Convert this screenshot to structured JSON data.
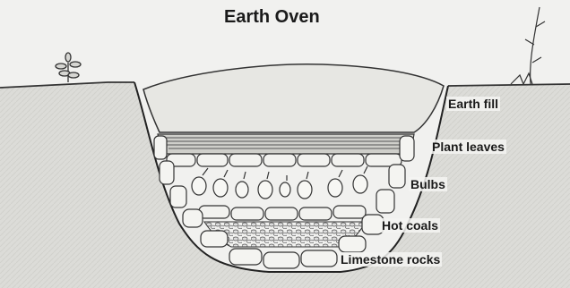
{
  "diagram": {
    "title": "Earth Oven",
    "labels": {
      "earth_fill": "Earth fill",
      "plant_leaves": "Plant leaves",
      "bulbs": "Bulbs",
      "hot_coals": "Hot coals",
      "limestone_rocks": "Limestone rocks"
    }
  }
}
